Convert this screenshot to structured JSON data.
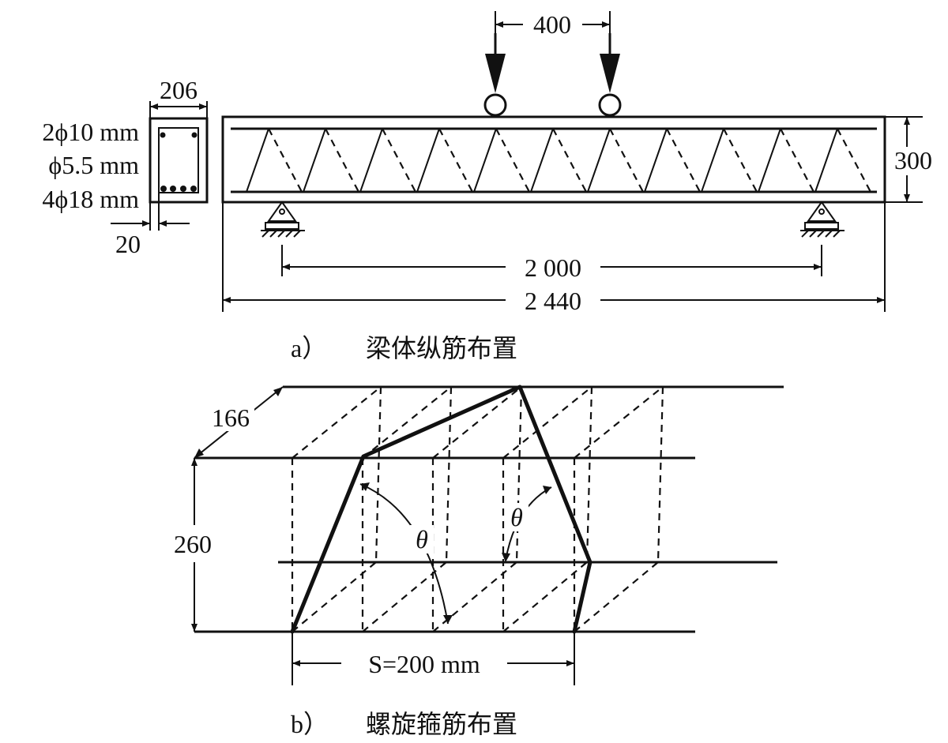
{
  "panel_a": {
    "dims": {
      "section_width": "206",
      "cover": "20",
      "load_spacing": "400",
      "beam_height": "300",
      "span": "2 000",
      "total_length": "2 440"
    },
    "rebar_labels": {
      "top": "2ϕ10 mm",
      "stirrup": "ϕ5.5 mm",
      "bottom": "4ϕ18 mm"
    },
    "caption": {
      "tag": "a）",
      "title": "梁体纵筋布置"
    }
  },
  "panel_b": {
    "dims": {
      "depth": "166",
      "height": "260",
      "pitch": "S=200 mm"
    },
    "angle_label": "θ",
    "caption": {
      "tag": "b）",
      "title": "螺旋箍筋布置"
    }
  }
}
